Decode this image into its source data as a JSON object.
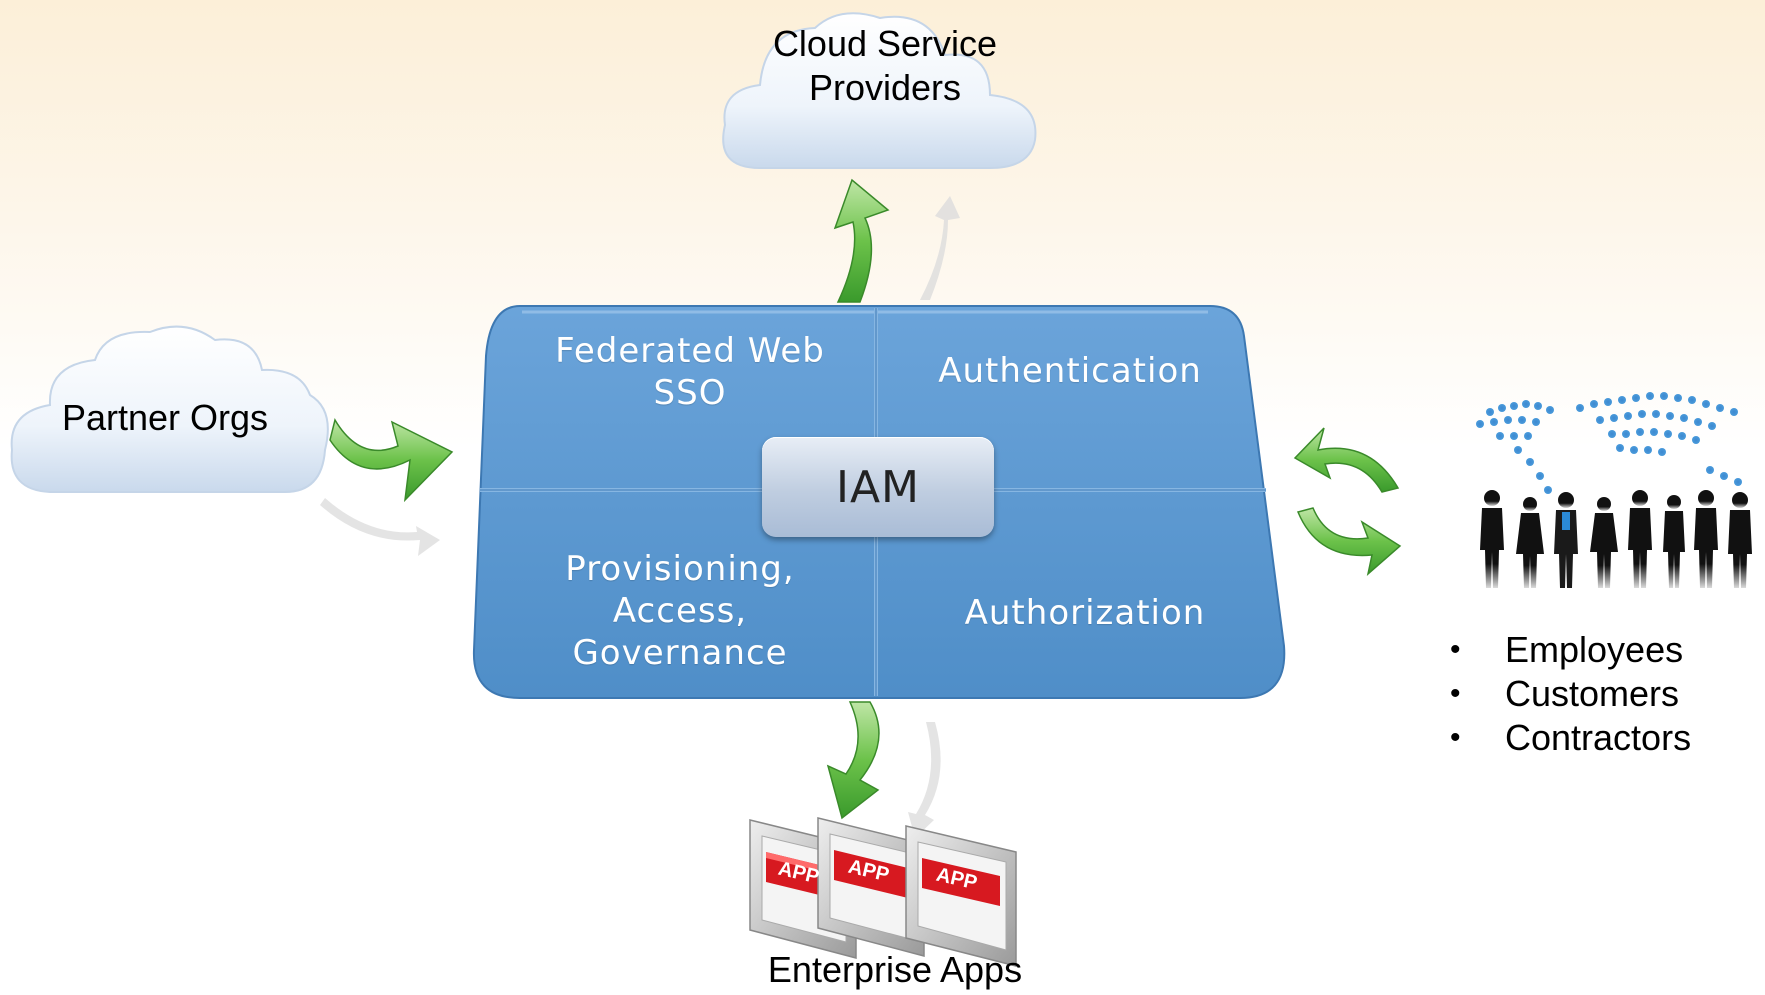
{
  "diagram": {
    "center": {
      "label": "IAM"
    },
    "quadrants": {
      "top_left": "Federated Web SSO",
      "top_right": "Authentication",
      "bottom_left": "Provisioning, Access, Governance",
      "bottom_right": "Authorization"
    },
    "nodes": {
      "cloud_providers": {
        "label": "Cloud Service Providers"
      },
      "partner_orgs": {
        "label": "Partner Orgs"
      },
      "enterprise_apps": {
        "label": "Enterprise Apps",
        "app_badge": "APP"
      },
      "users": {
        "bullets": [
          "Employees",
          "Customers",
          "Contractors"
        ]
      }
    }
  },
  "colors": {
    "board": "#5b9bd5",
    "arrow": "#5dbb3c",
    "app_red": "#d71920"
  }
}
